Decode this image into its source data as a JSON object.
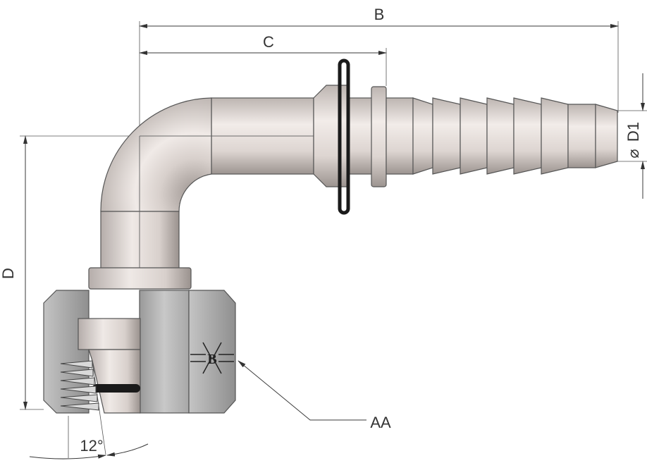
{
  "dimensions": {
    "b": "B",
    "c": "C",
    "d": "D",
    "d1": "D1",
    "diameter_symbol": "⌀",
    "angle": "12°",
    "callout": "AA"
  },
  "logo": {
    "letter": "B"
  },
  "colors": {
    "metal_light": "#e9e2df",
    "metal_mid": "#c9c1bd",
    "metal_dark": "#8f8783",
    "nut_light": "#cfcfcf",
    "nut_dark": "#8a8a8a",
    "oring": "#1a1a1a",
    "line": "#333333"
  }
}
